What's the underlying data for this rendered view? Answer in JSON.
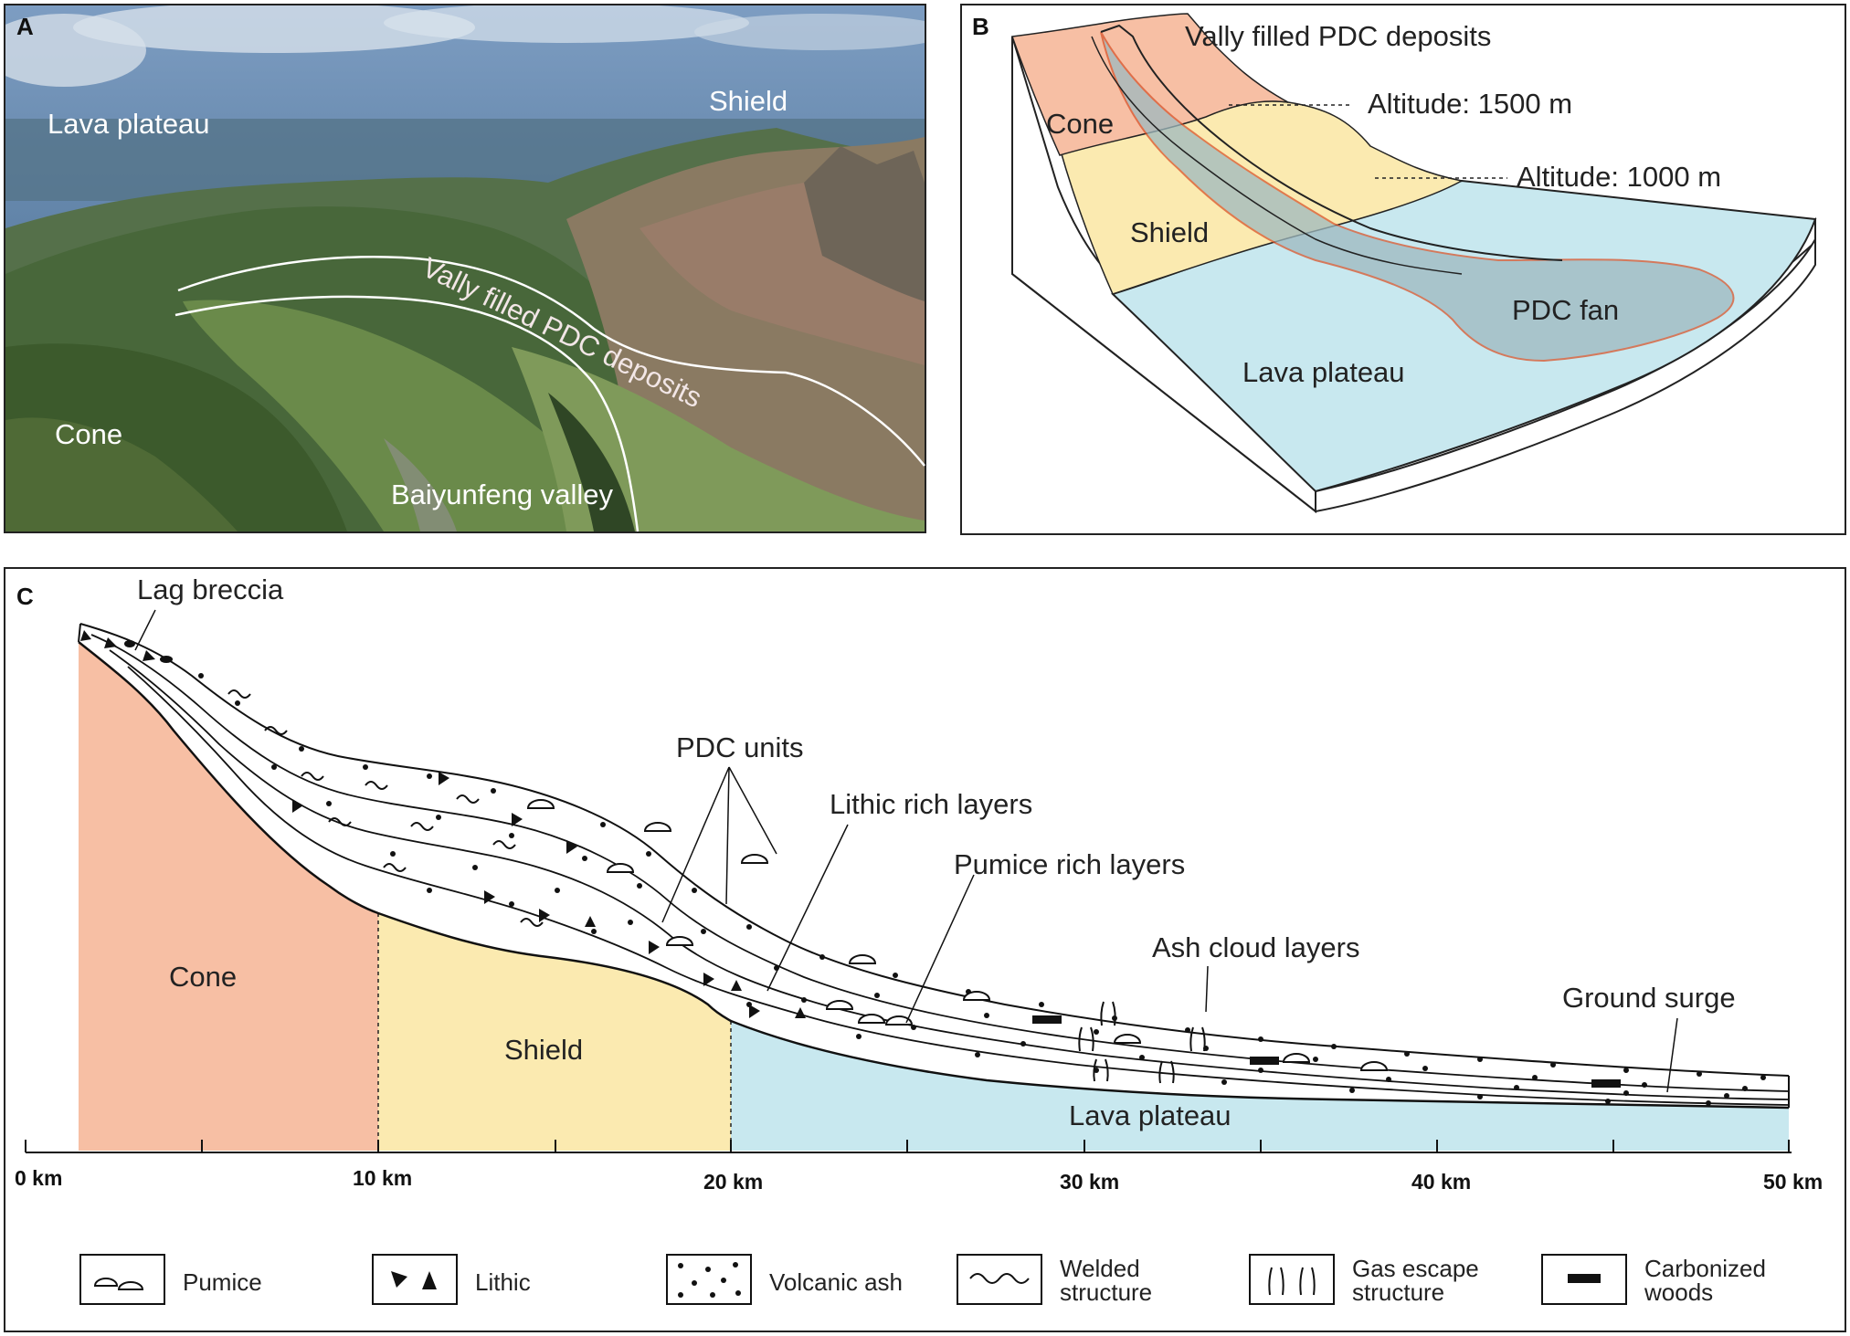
{
  "panelA": {
    "letter": "A",
    "lava_plateau": "Lava plateau",
    "shield": "Shield",
    "valley_deposits": "Vally filled PDC deposits",
    "cone": "Cone",
    "valley": "Baiyunfeng valley"
  },
  "panelB": {
    "letter": "B",
    "valley_deposits": "Vally filled PDC deposits",
    "altitude_1500": "Altitude: 1500 m",
    "altitude_1000": "Altitude: 1000 m",
    "cone": "Cone",
    "shield": "Shield",
    "pdc_fan": "PDC fan",
    "lava_plateau": "Lava plateau"
  },
  "panelC": {
    "letter": "C",
    "lag_breccia": "Lag breccia",
    "pdc_units": "PDC units",
    "lithic_rich": "Lithic rich layers",
    "pumice_rich": "Pumice rich layers",
    "ash_cloud": "Ash cloud layers",
    "ground_surge": "Ground surge",
    "cone": "Cone",
    "shield": "Shield",
    "lava_plateau": "Lava plateau",
    "axis_ticks": [
      "0 km",
      "10 km",
      "20 km",
      "30 km",
      "40 km",
      "50 km"
    ]
  },
  "legend": {
    "pumice": "Pumice",
    "lithic": "Lithic",
    "volcanic_ash": "Volcanic ash",
    "welded_1": "Welded",
    "welded_2": "structure",
    "gas_1": "Gas escape",
    "gas_2": "structure",
    "wood_1": "Carbonized",
    "wood_2": "woods"
  },
  "colors": {
    "cone": "#f7bfa4",
    "shield": "#fbeab0",
    "lava_plateau": "#c8e8ef",
    "pdc_fan": "#9eb9bf",
    "fan_outline": "#d9542b"
  }
}
